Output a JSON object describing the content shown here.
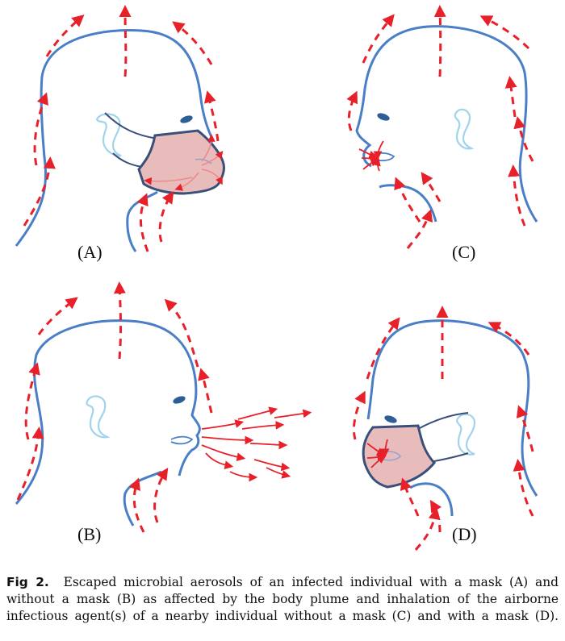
{
  "panels": [
    {
      "label": "(A)"
    },
    {
      "label": "(B)"
    },
    {
      "label": "(C)"
    },
    {
      "label": "(D)"
    }
  ],
  "caption": {
    "label": "Fig 2.",
    "text": "Escaped microbial aerosols of an infected individual with a mask (A) and without a mask (B) as affected by the body plume and inhalation of the airborne infectious agent(s) of a nearby individual without a mask (C) and with a mask (D)."
  },
  "colors": {
    "outline": "#4a7fc8",
    "arrow": "#e8202a",
    "mask_fill": "#e9bcbc",
    "mask_edge": "#3a4f7a",
    "ear": "#9fd4ec",
    "eye": "#2e5e96"
  }
}
